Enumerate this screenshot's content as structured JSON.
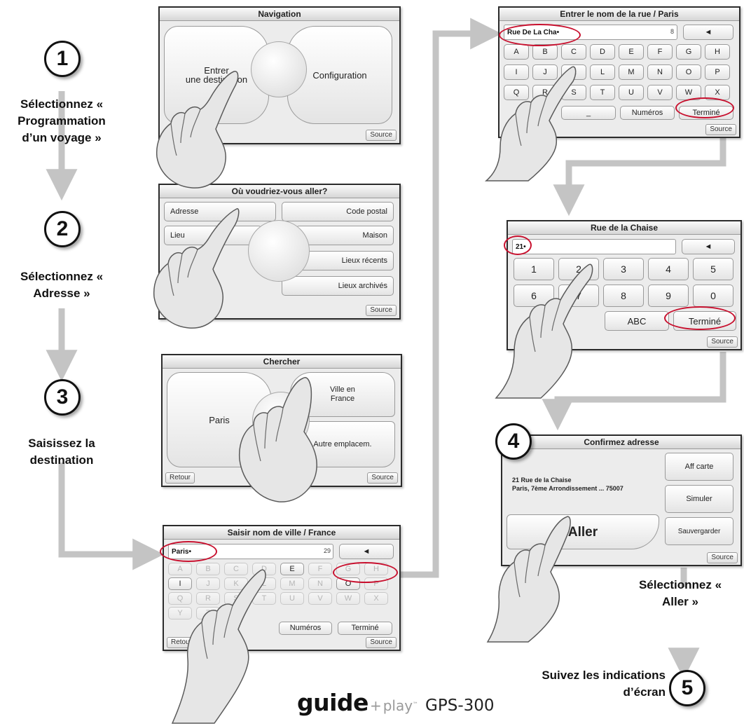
{
  "steps": [
    {
      "number": "1",
      "label": "Sélectionnez «\nProgrammation\nd’un voyage »"
    },
    {
      "number": "2",
      "label": "Sélectionnez «\nAdresse »"
    },
    {
      "number": "3",
      "label": "Saisissez la\ndestination"
    },
    {
      "number": "4",
      "label": "Sélectionnez «\nAller »"
    },
    {
      "number": "5",
      "label": "Suivez les indications\nd’écran"
    }
  ],
  "screens": {
    "navigation": {
      "title": "Navigation",
      "left": "Entrer\nune destination",
      "right": "Configuration",
      "source": "Source"
    },
    "ou_aller": {
      "title": "Où voudriez-vous aller?",
      "adresse": "Adresse",
      "code_postal": "Code postal",
      "lieu": "Lieu",
      "maison": "Maison",
      "lieux_recents": "Lieux récents",
      "lieux_archives": "Lieux archivés",
      "source": "Source"
    },
    "chercher": {
      "title": "Chercher",
      "paris": "Paris",
      "ville": "Ville en\nFrance",
      "autre": "Autre emplacem.",
      "retour": "Retour",
      "source": "Source"
    },
    "saisir_ville": {
      "title": "Saisir nom de ville / France",
      "input": "Paris•",
      "count": "29",
      "backspace": "◄",
      "row1": [
        "A",
        "B",
        "C",
        "D",
        "E",
        "F",
        "G",
        "H"
      ],
      "row2": [
        "I",
        "J",
        "K",
        "L",
        "M",
        "N",
        "O",
        "P"
      ],
      "row3": [
        "Q",
        "R",
        "S",
        "T",
        "U",
        "V",
        "W",
        "X"
      ],
      "row4": [
        "Y",
        "Z"
      ],
      "numeros": "Numéros",
      "termine": "Terminé",
      "retour": "Retour",
      "source": "Source"
    },
    "rue": {
      "title": "Entrer le nom de la rue / Paris",
      "input": "Rue De La Cha•",
      "count": "8",
      "backspace": "◄",
      "row1": [
        "A",
        "B",
        "C",
        "D",
        "E",
        "F",
        "G",
        "H"
      ],
      "row2": [
        "I",
        "J",
        "K",
        "L",
        "M",
        "N",
        "O",
        "P"
      ],
      "row3": [
        "Q",
        "R",
        "S",
        "T",
        "U",
        "V",
        "W",
        "X"
      ],
      "space": "_",
      "numeros": "Numéros",
      "termine": "Terminé",
      "source": "Source"
    },
    "rue_chaise": {
      "title": "Rue de la Chaise",
      "input": "21•",
      "backspace": "◄",
      "row1": [
        "1",
        "2",
        "3",
        "4",
        "5"
      ],
      "row2": [
        "6",
        "7",
        "8",
        "9",
        "0"
      ],
      "abc": "ABC",
      "termine": "Terminé",
      "source": "Source"
    },
    "confirmez": {
      "title": "Confirmez adresse",
      "line1": "21 Rue de la Chaise",
      "line2": "Paris, 7ème Arrondissement ... 75007",
      "aller": "Aller",
      "aff_carte": "Aff carte",
      "simuler": "Simuler",
      "sauvegarder": "Sauvergarder",
      "source": "Source"
    }
  },
  "brand": {
    "guide": "guide",
    "plus": "+",
    "play": "play",
    "tm": "™",
    "model": "GPS-300"
  },
  "colors": {
    "arrow": "#c4c4c4",
    "highlight": "#c8102e",
    "step_ring": "#111111"
  }
}
